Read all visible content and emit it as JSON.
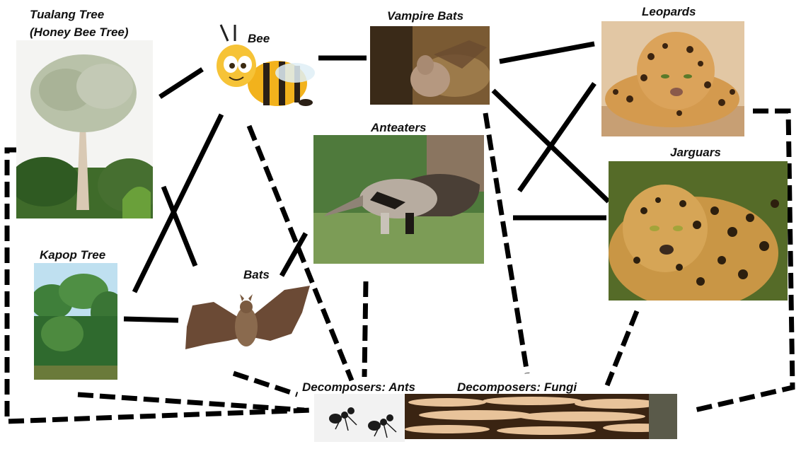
{
  "labels": {
    "tualang_line1": "Tualang Tree",
    "tualang_line2": "(Honey Bee Tree)",
    "bee": "Bee",
    "vampire_bats": "Vampire Bats",
    "leopards": "Leopards",
    "anteaters": "Anteaters",
    "jarguars": "Jarguars",
    "kapop": "Kapop Tree",
    "bats": "Bats",
    "ants": "Decomposers: Ants",
    "fungi": "Decomposers: Fungi"
  },
  "icons": {
    "tualang": "tall-tree-photo",
    "bee": "cartoon-bee",
    "vampire_bats": "bat-photo",
    "leopards": "leopard-photo",
    "anteaters": "anteater-photo",
    "jarguars": "jaguar-photo",
    "kapop": "rainforest-photo",
    "bats": "flying-bat-photo",
    "ants": "ants-photo",
    "fungi": "fungi-photo"
  },
  "colors": {
    "connector": "#000000"
  }
}
